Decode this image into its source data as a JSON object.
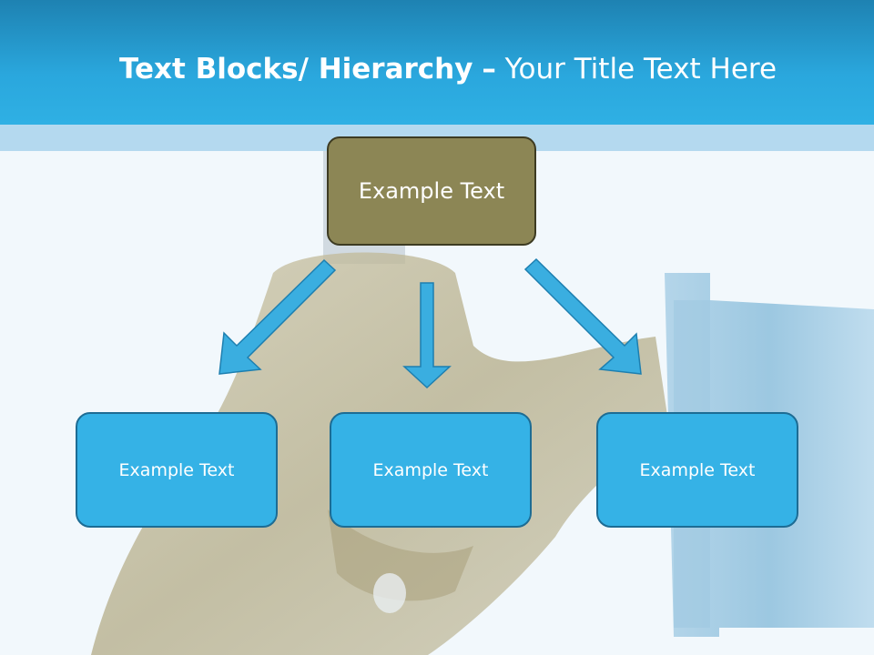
{
  "header": {
    "title_bold": "Text Blocks/ Hierarchy",
    "title_sep": "–",
    "title_rest": "Your Title Text Here"
  },
  "diagram": {
    "root": {
      "label": "Example Text"
    },
    "children": [
      {
        "label": "Example Text"
      },
      {
        "label": "Example Text"
      },
      {
        "label": "Example Text"
      }
    ]
  },
  "colors": {
    "header_blue": "#2aa7dd",
    "root_fill": "#8c8655",
    "child_fill": "#35b2e6",
    "arrow_fill": "#3aaee0"
  }
}
